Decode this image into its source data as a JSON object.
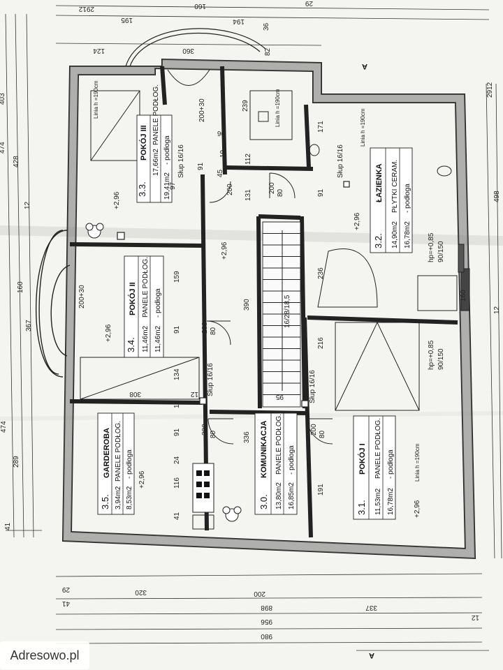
{
  "watermark": "Adresowo.pl",
  "section_marker": "A",
  "rooms": {
    "r33": {
      "num": "3.3.",
      "name": "POKÓJ III",
      "finish": "PANELE PODŁOG.",
      "area1": "17,66m2",
      "area2": "19,41m2",
      "floor": "- podłoga"
    },
    "r34": {
      "num": "3.4.",
      "name": "POKÓJ II",
      "finish": "PANELE PODŁOG.",
      "area1": "11,46m2",
      "area2": "11,46m2",
      "floor": "- podłoga"
    },
    "r35": {
      "num": "3.5.",
      "name": "GARDEROBA",
      "finish": "PANELE PODŁOG.",
      "area1": "3,94m2",
      "area2": "8,53m2",
      "floor": "- podłoga"
    },
    "r30": {
      "num": "3.0.",
      "name": "KOMUNIKACJA",
      "finish": "PANELE PODŁOG.",
      "area1": "13,80m2",
      "area2": "16,85m2",
      "floor": "- podłoga"
    },
    "r31": {
      "num": "3.1.",
      "name": "POKÓJ I",
      "finish": "PANELE PODŁOG.",
      "area1": "11,53m2",
      "area2": "16,78m2",
      "floor": "- podłoga"
    },
    "r32": {
      "num": "3.2.",
      "name": "ŁAZIENKA",
      "finish": "PŁYTKI CERAM.",
      "area1": "14,90m2",
      "area2": "16,78m2",
      "floor": "- podłoga"
    }
  },
  "labels": {
    "level": "+2,96",
    "slup": "Słup 16/16",
    "stairs": "16/28/18,5",
    "hp": "hp=+0,85",
    "win": "90/150",
    "door80": "80",
    "door200": "200",
    "linia": "Linia h =190cm",
    "dd": "200+30"
  },
  "dims": {
    "left_outer": [
      "474",
      "403",
      "160",
      "367",
      "474"
    ],
    "left_inner": [
      "428",
      "289"
    ],
    "left_small": [
      "12",
      "41",
      "29",
      "12",
      "29",
      "12",
      "12",
      "41"
    ],
    "bottom": [
      "980",
      "956",
      "898",
      "337",
      "200",
      "320",
      "29",
      "41",
      "12"
    ],
    "top": [
      "2912",
      "195",
      "194",
      "160",
      "29",
      "124",
      "360",
      "36",
      "82"
    ],
    "right": [
      "2912",
      "498",
      "12",
      "12",
      "29"
    ],
    "inner": [
      "239",
      "96",
      "97",
      "91",
      "45",
      "19",
      "112",
      "131",
      "91",
      "159",
      "390",
      "91",
      "134",
      "308",
      "17",
      "12",
      "95",
      "336",
      "24",
      "116",
      "41",
      "216",
      "236",
      "191",
      "171",
      "200",
      "160",
      "91"
    ]
  }
}
